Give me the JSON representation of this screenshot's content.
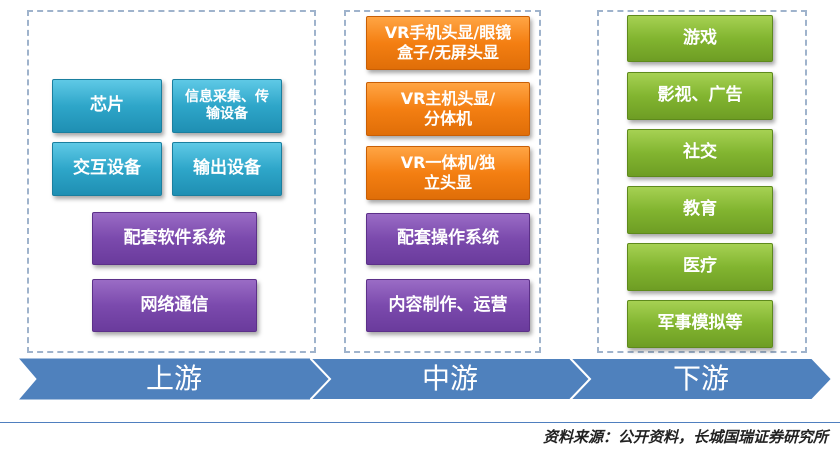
{
  "upstream": {
    "stage": "上游",
    "hardware": [
      "芯片",
      "信息采集、传输设备",
      "交互设备",
      "输出设备"
    ],
    "software": [
      "配套软件系统",
      "网络通信"
    ]
  },
  "midstream": {
    "stage": "中游",
    "devices": [
      "VR手机头显/眼镜盒子/无屏头显",
      "VR主机头显/分体机",
      "VR一体机/独立头显"
    ],
    "software": [
      "配套操作系统",
      "内容制作、运营"
    ]
  },
  "downstream": {
    "stage": "下游",
    "apps": [
      "游戏",
      "影视、广告",
      "社交",
      "教育",
      "医疗",
      "军事模拟等"
    ]
  },
  "source": "资料来源：公开资料，长城国瑞证券研究所",
  "colors": {
    "arrow": "#4f81bd",
    "blue": "#2ea6c9",
    "purple": "#7b4aad",
    "orange": "#f47f12",
    "green": "#82b530"
  }
}
